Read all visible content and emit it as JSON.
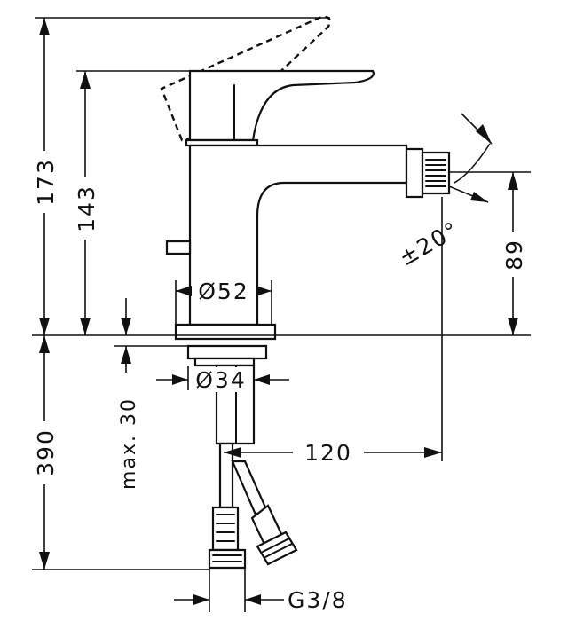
{
  "dimensions": {
    "total_height": "173",
    "lever_height": "143",
    "spout_height": "89",
    "tap_hole_depth": "390",
    "max_thickness": "max. 30",
    "base_diameter": "Ø52",
    "tail_diameter": "Ø34",
    "projection": "120",
    "swivel_angle": "±20°",
    "connection": "G3/8"
  }
}
